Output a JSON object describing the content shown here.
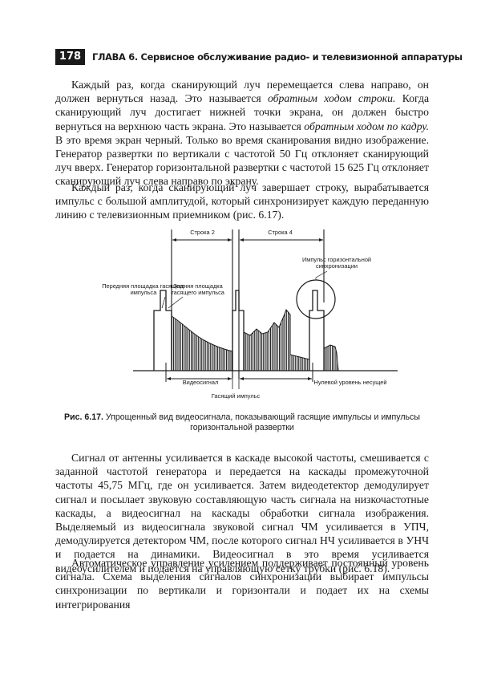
{
  "header": {
    "page_number": "178",
    "chapter_title": "ГЛАВА 6. Сервисное обслуживание радио- и телевизионной аппаратуры"
  },
  "para1": {
    "s1": "Каждый раз, когда сканирующий луч перемещается слева направо, он должен вернуться назад. Это называется ",
    "em1": "обратным ходом строки.",
    "s2": " Когда сканирующий луч достигает нижней точки экрана, он должен быстро вернуться на верхнюю часть экрана. Это называется ",
    "em2": "обратным ходом по кадру.",
    "s3": " В это время экран черный. Только во время сканирования видно изображение. Генератор развертки по вертикали с частотой 50 Гц отклоняет сканирующий луч вверх. Генератор горизонтальной развертки с частотой 15 625 Гц отклоняет сканирующий луч слева направо по экрану."
  },
  "para2": "Каждый раз, когда сканирующий луч завершает строку, вырабатывается импульс с большой амплитудой, который синхронизирует каждую переданную линию с телевизионным приемником (рис. 6.17).",
  "figure": {
    "labels": {
      "line2": "Строка 2",
      "line4": "Строка 4",
      "front_porch": "Передняя площадка гасящего импульса",
      "back_porch": "Задняя площадка гасящего импульса",
      "hsync": "Импульс горизонтальной синхронизации",
      "video": "Видеосигнал",
      "blanking": "Гасящий импульс",
      "zero_level": "Нулевой уровень несущей"
    }
  },
  "caption": {
    "number": "Рис. 6.17.",
    "text": "Упрощенный вид видеосигнала, показывающий гасящие импульсы и импульсы горизонтальной развертки"
  },
  "para3": "Сигнал от антенны усиливается в каскаде высокой частоты, смешивается с заданной частотой генератора и передается на каскады промежуточной частоты 45,75 МГц, где он усиливается. Затем видеодетектор демодулирует сигнал и посылает звуковую составляющую часть сигнала на низкочастотные каскады, а видеосигнал на каскады обработки сигнала изображения. Выделяемый из видеосигнала звуковой сигнал ЧМ усиливается в УПЧ, демодулируется детектором ЧМ, после которого сигнал НЧ усиливается в УНЧ и подается на динамики. Видеосигнал в это время усиливается видеоусилителем и подается на управляющую сетку трубки (рис. 6.18).",
  "para4": "Автоматическое управление усилением поддерживает постоянный уровень сигнала. Схема выделения сигналов синхронизации выбирает импульсы синхронизации по вертикали и горизонтали и подает их на схемы интегрирования"
}
